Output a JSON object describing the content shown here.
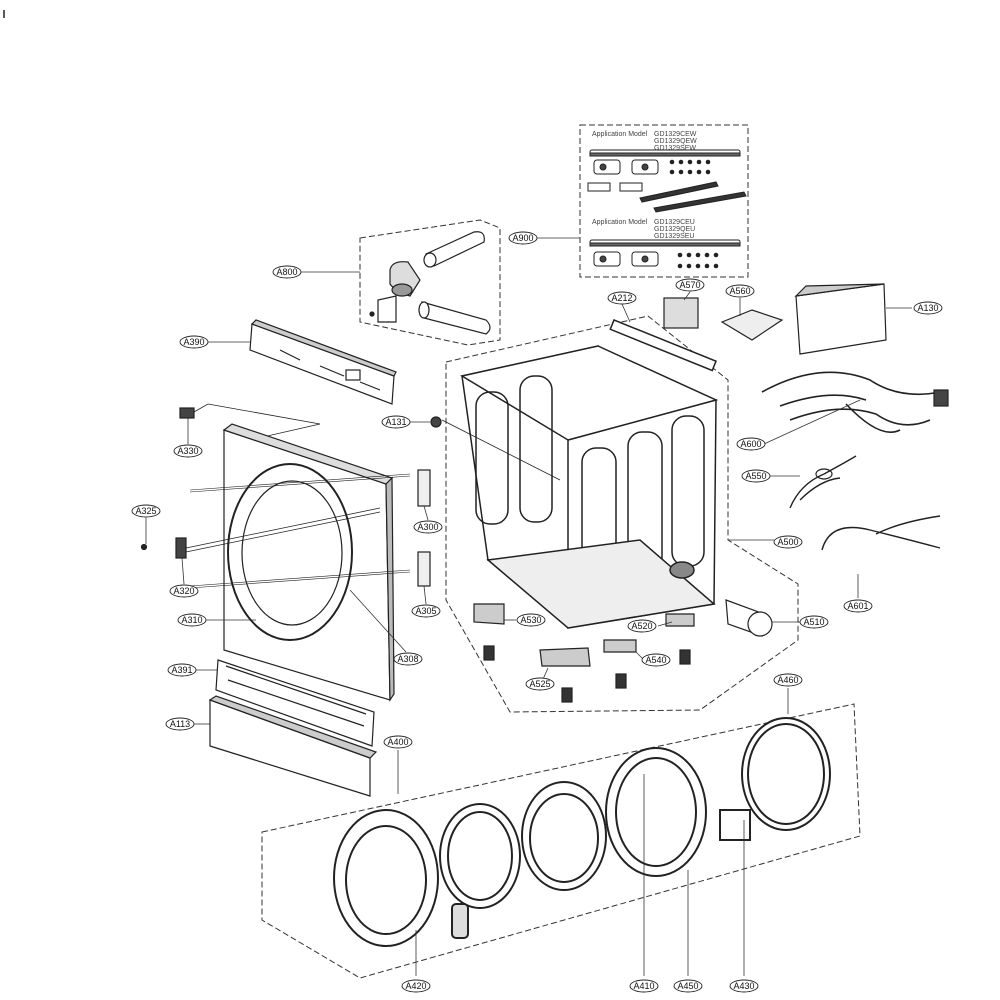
{
  "diagram": {
    "labels": [
      {
        "id": "A800",
        "text": "A800"
      },
      {
        "id": "A900",
        "text": "A900"
      },
      {
        "id": "A212",
        "text": "A212"
      },
      {
        "id": "A570",
        "text": "A570"
      },
      {
        "id": "A560",
        "text": "A560"
      },
      {
        "id": "A130",
        "text": "A130"
      },
      {
        "id": "A390",
        "text": "A390"
      },
      {
        "id": "A131",
        "text": "A131"
      },
      {
        "id": "A330",
        "text": "A330"
      },
      {
        "id": "A600",
        "text": "A600"
      },
      {
        "id": "A550",
        "text": "A550"
      },
      {
        "id": "A325",
        "text": "A325"
      },
      {
        "id": "A300",
        "text": "A300"
      },
      {
        "id": "A500",
        "text": "A500"
      },
      {
        "id": "A320",
        "text": "A320"
      },
      {
        "id": "A305",
        "text": "A305"
      },
      {
        "id": "A601",
        "text": "A601"
      },
      {
        "id": "A310",
        "text": "A310"
      },
      {
        "id": "A530",
        "text": "A530"
      },
      {
        "id": "A520",
        "text": "A520"
      },
      {
        "id": "A510",
        "text": "A510"
      },
      {
        "id": "A308",
        "text": "A308"
      },
      {
        "id": "A540",
        "text": "A540"
      },
      {
        "id": "A391",
        "text": "A391"
      },
      {
        "id": "A525",
        "text": "A525"
      },
      {
        "id": "A460",
        "text": "A460"
      },
      {
        "id": "A113",
        "text": "A113"
      },
      {
        "id": "A400",
        "text": "A400"
      },
      {
        "id": "A420",
        "text": "A420"
      },
      {
        "id": "A410",
        "text": "A410"
      },
      {
        "id": "A450",
        "text": "A450"
      },
      {
        "id": "A430",
        "text": "A430"
      }
    ],
    "application_box": {
      "heading_1": "Application Model",
      "models_1": [
        "GD1329CEW",
        "GD1329QEW",
        "GD1329SEW"
      ],
      "heading_2": "Application Model",
      "models_2": [
        "GD1329CEU",
        "GD1329QEU",
        "GD1329SEU"
      ]
    }
  }
}
